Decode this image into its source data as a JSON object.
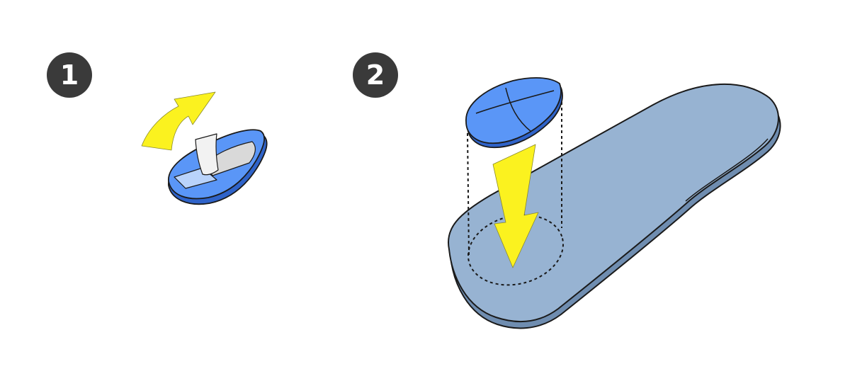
{
  "steps": [
    {
      "number": "1",
      "illustration": "peel-backing-from-pad"
    },
    {
      "number": "2",
      "illustration": "place-pad-on-insole"
    }
  ],
  "icons": {
    "peel_arrow": "curved-arrow-icon",
    "place_arrow": "down-arrow-icon"
  },
  "colors": {
    "badge_fill": "#3a3a3a",
    "badge_text": "#ffffff",
    "pad_blue": "#5a96f7",
    "pad_blue_dark": "#2f63c9",
    "insole_blue": "#97b3d2",
    "insole_edge": "#6f8db0",
    "arrow_yellow": "#fbf21f",
    "backing_white": "#f2f2f2",
    "adhesive_gray": "#d9d9d9",
    "outline": "#1a1a1a"
  }
}
